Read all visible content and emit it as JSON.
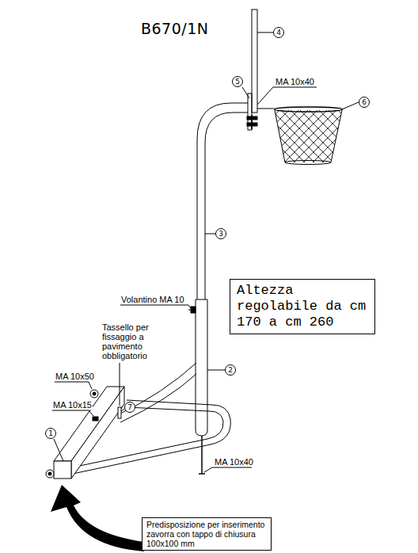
{
  "diagram": {
    "title": "B670/1N",
    "nodes": [
      {
        "text": [
          "4"
        ]
      },
      {
        "text": [
          "5"
        ]
      },
      {
        "text": [
          "6"
        ]
      },
      {
        "text": [
          "3"
        ]
      },
      {
        "text": [
          "Altezza regolabile da cm 170 a cm 260"
        ]
      },
      {
        "text": [
          "2"
        ]
      },
      {
        "text": [
          "7"
        ]
      },
      {
        "text": [
          "1"
        ]
      },
      {
        "text": [
          "Predisposizione per inserimento zavorra con tappo di chiusura 100x100 mm"
        ]
      }
    ],
    "labels": [
      "MA 10x40",
      "Volantino MA 10",
      "Tassello per fissaggio a pavimento obbligatorio",
      "MA 10x50",
      "MA 10x15",
      "MA 10x40"
    ]
  }
}
